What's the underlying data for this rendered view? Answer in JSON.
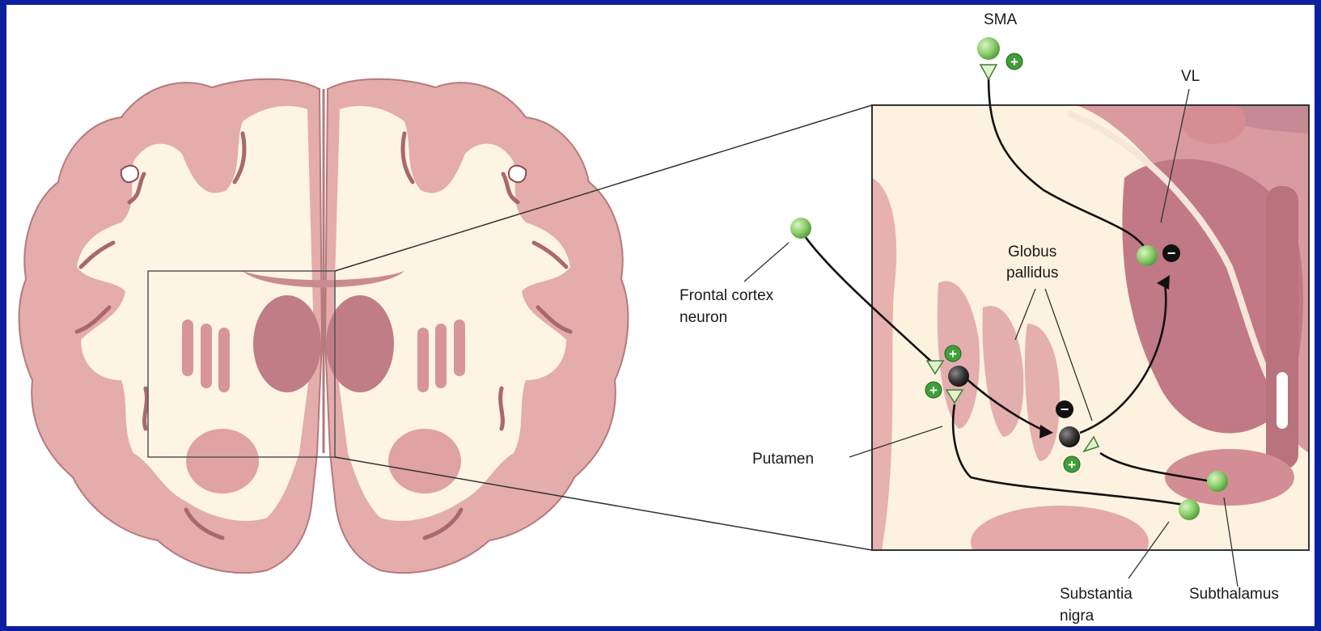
{
  "labels": {
    "sma": "SMA",
    "vl": "VL",
    "globus_line1": "Globus",
    "globus_line2": "pallidus",
    "frontal_line1": "Frontal cortex",
    "frontal_line2": "neuron",
    "putamen": "Putamen",
    "substantia_line1": "Substantia",
    "substantia_line2": "nigra",
    "subthalamus": "Subthalamus"
  },
  "synapse_signs": {
    "excitatory": "+",
    "inhibitory": "−"
  },
  "colors": {
    "background_frame": "#0c1f9c",
    "tissue_gray_matter": "#e2aaa8",
    "tissue_white_matter": "#fdf4e4",
    "tissue_deep": "#c07d86",
    "excitatory_neuron": "#8fcf6c",
    "inhibitory_neuron": "#2d2d2d",
    "excitatory_badge": "#3f9f3a"
  }
}
